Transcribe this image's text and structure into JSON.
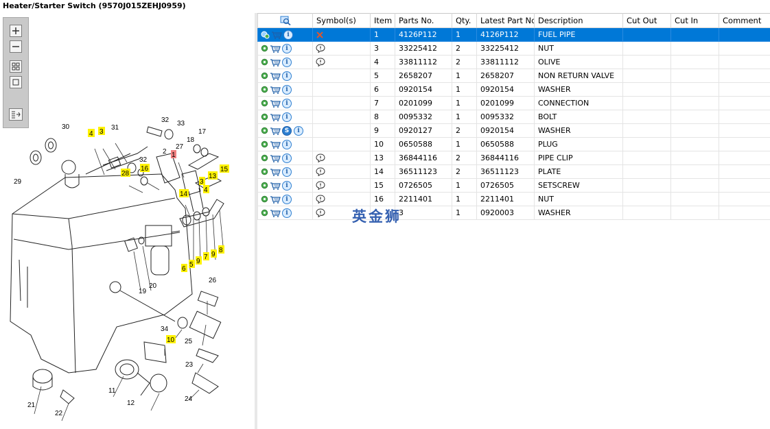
{
  "window": {
    "title": "Heater/Starter Switch (9570J015ZEHJ0959)"
  },
  "toolbar": {
    "items": [
      {
        "icon": "zoom-in-icon"
      },
      {
        "icon": "zoom-out-icon"
      },
      {
        "icon": "fit-all-icon"
      },
      {
        "icon": "actual-size-icon"
      },
      {
        "icon": "list-view-icon"
      }
    ]
  },
  "diagram": {
    "plain_labels": [
      "30",
      "29",
      "31",
      "32",
      "33",
      "17",
      "2",
      "27",
      "18",
      "32",
      "19",
      "20",
      "26",
      "34",
      "25",
      "23",
      "24",
      "21",
      "22",
      "11",
      "12"
    ],
    "highlight_labels": [
      "4",
      "3",
      "16",
      "28",
      "1",
      "13",
      "15",
      "14",
      "3",
      "4",
      "6",
      "5",
      "9",
      "7",
      "9",
      "8",
      "10"
    ],
    "highlight_color": "#fff200",
    "selected_color": "#f08080"
  },
  "table": {
    "columns": [
      "",
      "Symbol(s)",
      "Item",
      "Parts No.",
      "Qty.",
      "Latest Part No.",
      "Description",
      "Cut Out",
      "Cut In",
      "Comment"
    ],
    "selected_row_color": "#0078d7",
    "rows": [
      {
        "item": "1",
        "parts_no": "4126P112",
        "qty": "1",
        "latest": "4126P112",
        "description": "FUEL PIPE",
        "symbol": "delete-x-icon",
        "extra_s": false,
        "selected": true
      },
      {
        "item": "3",
        "parts_no": "33225412",
        "qty": "2",
        "latest": "33225412",
        "description": "NUT",
        "symbol": "note-bubble-icon",
        "extra_s": false,
        "selected": false
      },
      {
        "item": "4",
        "parts_no": "33811112",
        "qty": "2",
        "latest": "33811112",
        "description": "OLIVE",
        "symbol": "note-bubble-icon",
        "extra_s": false,
        "selected": false
      },
      {
        "item": "5",
        "parts_no": "2658207",
        "qty": "1",
        "latest": "2658207",
        "description": "NON RETURN VALVE",
        "symbol": "",
        "extra_s": false,
        "selected": false
      },
      {
        "item": "6",
        "parts_no": "0920154",
        "qty": "1",
        "latest": "0920154",
        "description": "WASHER",
        "symbol": "",
        "extra_s": false,
        "selected": false
      },
      {
        "item": "7",
        "parts_no": "0201099",
        "qty": "1",
        "latest": "0201099",
        "description": "CONNECTION",
        "symbol": "",
        "extra_s": false,
        "selected": false
      },
      {
        "item": "8",
        "parts_no": "0095332",
        "qty": "1",
        "latest": "0095332",
        "description": "BOLT",
        "symbol": "",
        "extra_s": false,
        "selected": false
      },
      {
        "item": "9",
        "parts_no": "0920127",
        "qty": "2",
        "latest": "0920154",
        "description": "WASHER",
        "symbol": "",
        "extra_s": true,
        "selected": false
      },
      {
        "item": "10",
        "parts_no": "0650588",
        "qty": "1",
        "latest": "0650588",
        "description": "PLUG",
        "symbol": "",
        "extra_s": false,
        "selected": false
      },
      {
        "item": "13",
        "parts_no": "36844116",
        "qty": "2",
        "latest": "36844116",
        "description": "PIPE CLIP",
        "symbol": "note-bubble-icon",
        "extra_s": false,
        "selected": false
      },
      {
        "item": "14",
        "parts_no": "36511123",
        "qty": "2",
        "latest": "36511123",
        "description": "PLATE",
        "symbol": "note-bubble-icon",
        "extra_s": false,
        "selected": false
      },
      {
        "item": "15",
        "parts_no": "0726505",
        "qty": "1",
        "latest": "0726505",
        "description": "SETSCREW",
        "symbol": "note-bubble-icon",
        "extra_s": false,
        "selected": false
      },
      {
        "item": "16",
        "parts_no": "2211401",
        "qty": "1",
        "latest": "2211401",
        "description": "NUT",
        "symbol": "note-bubble-icon",
        "extra_s": false,
        "selected": false
      },
      {
        "item": "",
        "parts_no": "3",
        "qty": "1",
        "latest": "0920003",
        "description": "WASHER",
        "symbol": "note-bubble-icon",
        "extra_s": false,
        "selected": false
      }
    ]
  },
  "watermark": {
    "text": "英金狮"
  }
}
